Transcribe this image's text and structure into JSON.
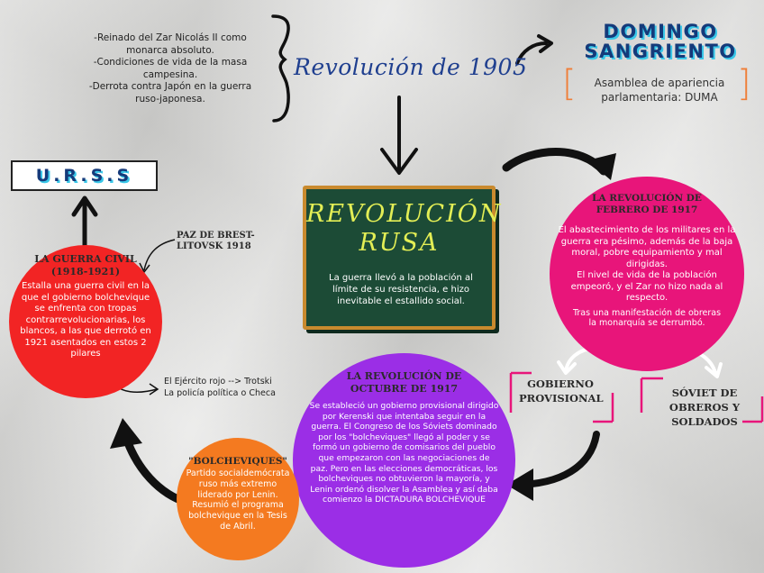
{
  "causes": [
    "-Reinado del Zar Nicolás II como monarca absoluto.",
    "-Condiciones de vida de la masa campesina.",
    "-Derrota contra Japón en la guerra ruso-japonesa."
  ],
  "revolucion_1905": "Revolución de 1905",
  "domingo_sangriento": "DOMINGO SANGRIENTO",
  "duma": "Asamblea de apariencia parlamentaria: DUMA",
  "urss": "U.R.S.S",
  "board": {
    "title": "REVOLUCIÓN RUSA",
    "text": "La guerra llevó a la población al límite de su resistencia, e hizo inevitable el estallido social."
  },
  "febrero": {
    "title": "LA REVOLUCIÓN DE FEBRERO DE 1917",
    "text1": "El abastecimiento de los militares en la guerra era pésimo, además de la baja moral, pobre equipamiento y mal dirigidas.",
    "text2": "El nivel de vida de la población empeoró, y el Zar no hizo nada al respecto.",
    "text3": "Tras una manifestación de obreras la monarquía se derrumbó."
  },
  "gobierno_provisional": "GOBIERNO PROVISIONAL",
  "soviet": "SÓVIET DE OBREROS Y SOLDADOS",
  "octubre": {
    "title": "LA REVOLUCIÓN DE OCTUBRE DE 1917",
    "text": "Se estableció un gobierno provisional dirigido por Kerenski que intentaba seguir en la guerra. El Congreso de los Sóviets dominado por los \"bolcheviques\" llegó al poder y se formó un gobierno de comisarios del pueblo que empezaron con las negociaciones de paz. Pero en las elecciones democráticas, los bolcheviques no obtuvieron la mayoría, y Lenin ordenó disolver la Asamblea y así daba comienzo la DICTADURA BOLCHEVIQUE"
  },
  "bolcheviques": {
    "title": "\"BOLCHEVIQUES\"",
    "text1": "Partido socialdemócrata ruso más extremo liderado por Lenin.",
    "text2": "Resumió el programa bolchevique en la Tesis de Abril."
  },
  "guerra_civil": {
    "title": "LA GUERRA CIVIL (1918-1921)",
    "text": "Estalla una guerra civil en la que el gobierno bolchevique se enfrenta con tropas contrarrevolucionarias, los blancos, a las que derrotó en 1921 asentados en estos 2 pilares"
  },
  "brest": "PAZ DE BREST-LITOVSK 1918",
  "pilares": {
    "line1": "El Ejército rojo --> Trotski",
    "line2": "La policía política o Checa"
  },
  "colors": {
    "feb": "#e8157a",
    "oct": "#9b2ee6",
    "civil": "#f22424",
    "bol": "#f47a20",
    "board": "#1c4b36",
    "accent": "#ef7f3a"
  }
}
